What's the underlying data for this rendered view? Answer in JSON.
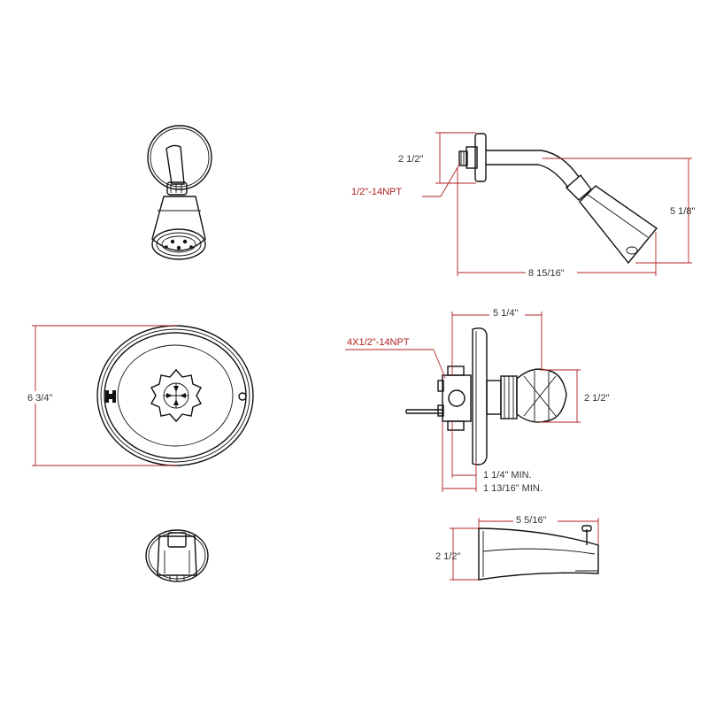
{
  "diagram": {
    "line_color": "#111111",
    "dimension_color": "#b02020",
    "label_color": "#333333",
    "shower_arm_side": {
      "height_label": "2 1/2\"",
      "thread_label": "1/2\"-14NPT",
      "drop_label": "5 1/8\"",
      "reach_label": "8 15/16\""
    },
    "valve_side": {
      "thread_label": "4X1/2\"-14NPT",
      "depth_label": "5 1/4\"",
      "handle_label": "2 1/2\"",
      "min_label_1": "1 1/4\" MIN.",
      "min_label_2": "1 13/16\" MIN."
    },
    "escutcheon_front": {
      "diameter_label": "6 3/4\""
    },
    "tub_spout_side": {
      "length_label": "5 5/16\"",
      "height_label": "2 1/2\""
    }
  }
}
